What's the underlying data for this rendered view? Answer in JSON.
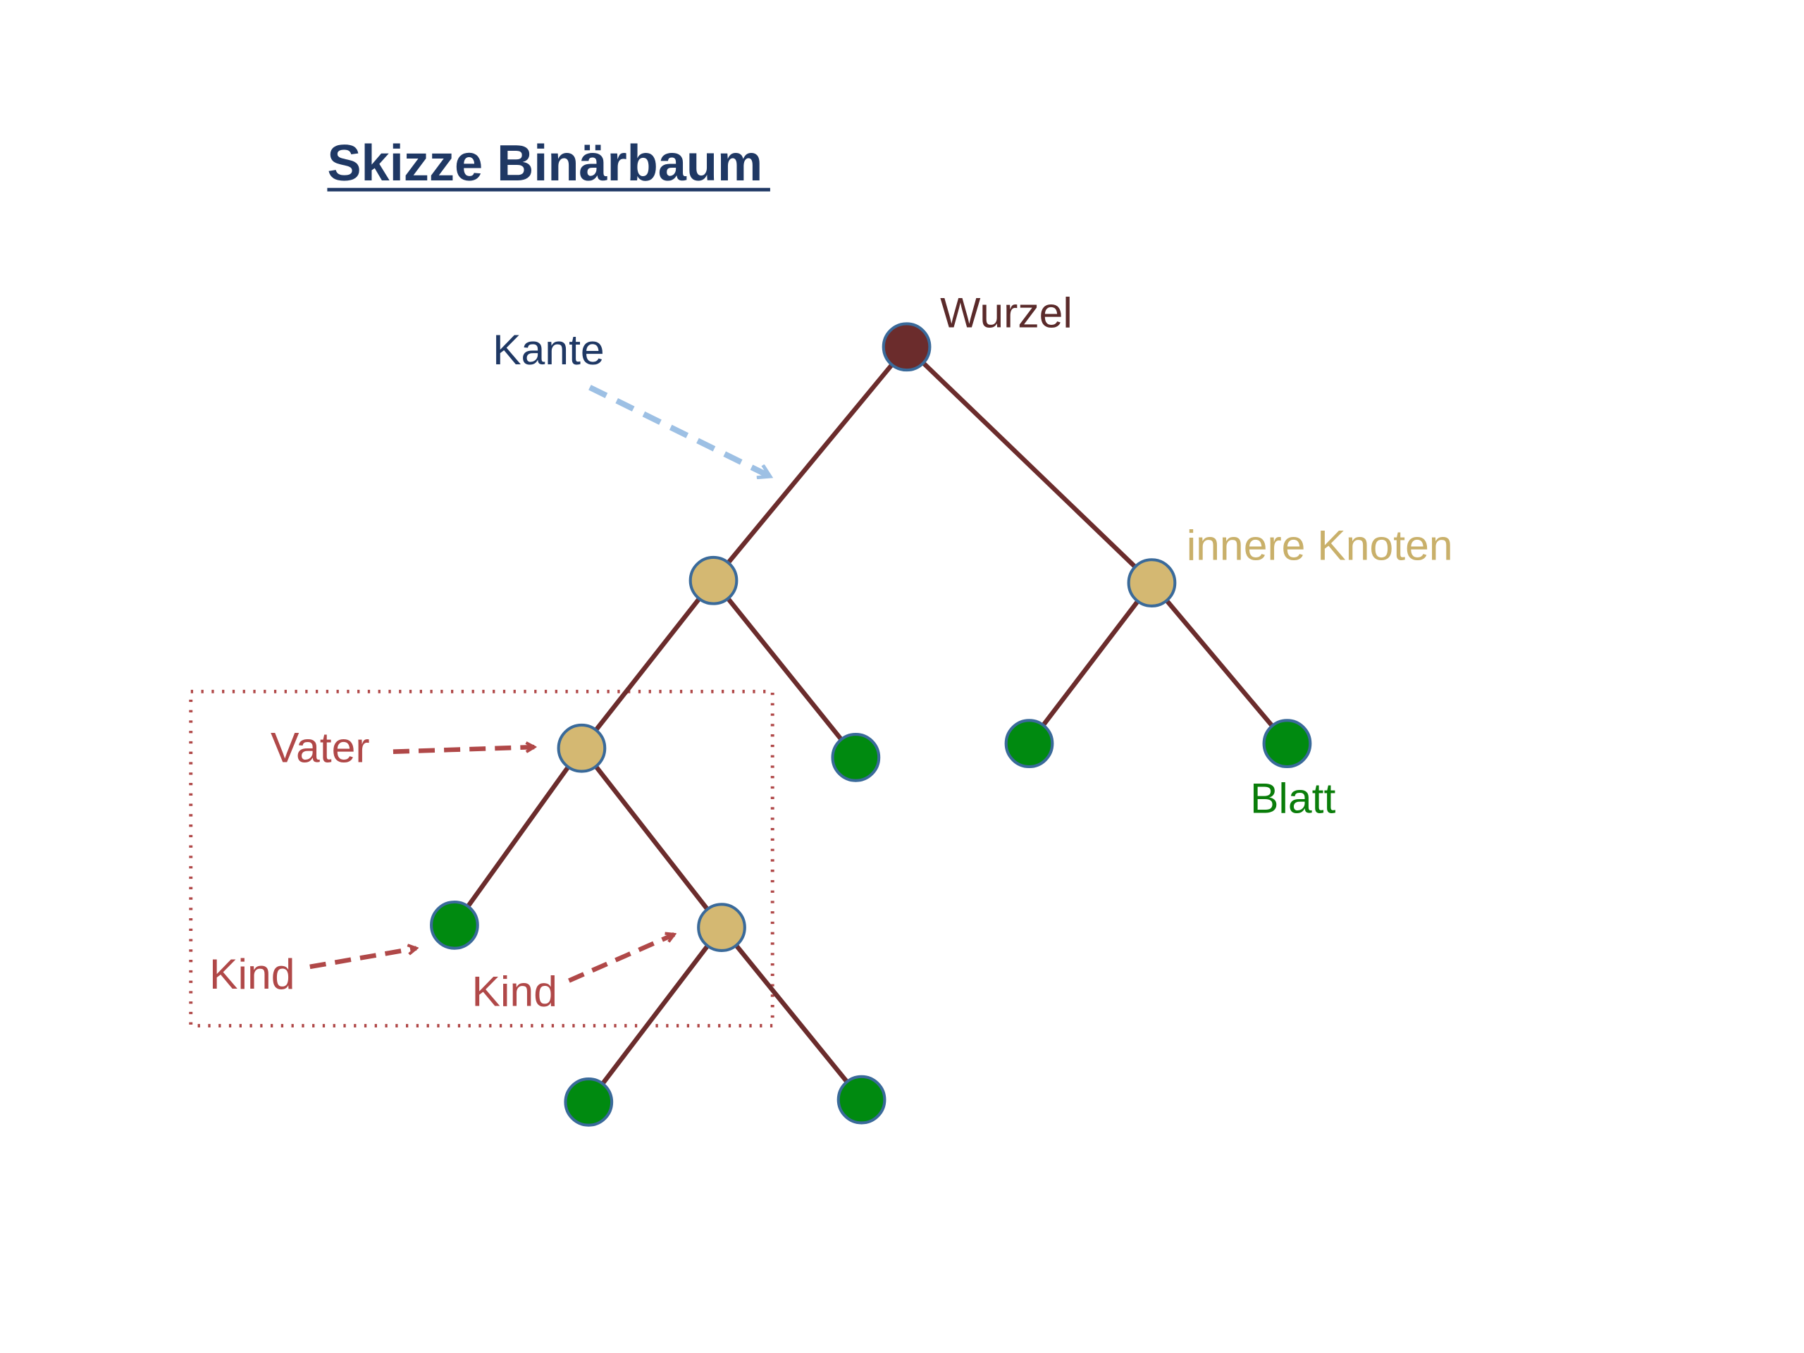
{
  "title": "Skizze Binärbaum",
  "labels": {
    "root": "Wurzel",
    "edge": "Kante",
    "inner": "innere Knoten",
    "leaf": "Blatt",
    "parent": "Vater",
    "child_left": "Kind",
    "child_right": "Kind"
  },
  "colors": {
    "title": "#1f3864",
    "root_fill": "#6b2c2c",
    "inner_fill": "#d4b872",
    "leaf_fill": "#008a10",
    "node_stroke": "#3a6a9a",
    "edge": "#6b2c2c",
    "edge_label": "#1f3864",
    "edge_arrow": "#9dc0e4",
    "inner_label": "#c9b06a",
    "leaf_label": "#0a7d0a",
    "relation": "#b04848"
  },
  "tree": {
    "nodes": [
      {
        "id": "root",
        "type": "root"
      },
      {
        "id": "a",
        "type": "inner"
      },
      {
        "id": "b",
        "type": "inner"
      },
      {
        "id": "c",
        "type": "inner"
      },
      {
        "id": "d",
        "type": "leaf"
      },
      {
        "id": "e",
        "type": "leaf"
      },
      {
        "id": "f",
        "type": "leaf"
      },
      {
        "id": "g",
        "type": "leaf"
      },
      {
        "id": "h",
        "type": "inner"
      },
      {
        "id": "i",
        "type": "leaf"
      },
      {
        "id": "j",
        "type": "leaf"
      }
    ],
    "edges": [
      [
        "root",
        "a"
      ],
      [
        "root",
        "b"
      ],
      [
        "a",
        "c"
      ],
      [
        "a",
        "d"
      ],
      [
        "b",
        "e"
      ],
      [
        "b",
        "f"
      ],
      [
        "c",
        "g"
      ],
      [
        "c",
        "h"
      ],
      [
        "h",
        "i"
      ],
      [
        "h",
        "j"
      ]
    ]
  }
}
